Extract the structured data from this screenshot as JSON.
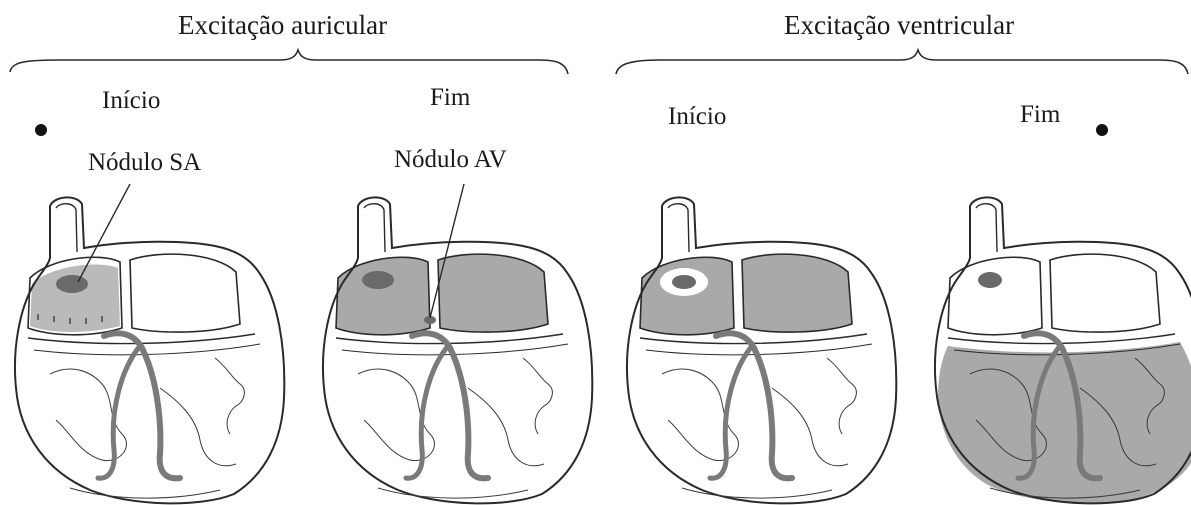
{
  "groups": [
    {
      "title": "Excitação auricular"
    },
    {
      "title": "Excitação ventricular"
    }
  ],
  "panels": [
    {
      "stage": "Início",
      "callout": "Nódulo SA"
    },
    {
      "stage": "Fim",
      "callout": "Nódulo AV"
    },
    {
      "stage": "Início"
    },
    {
      "stage": "Fim"
    }
  ],
  "colors": {
    "ink": "#2a2a2a",
    "excited_tissue": "#a9a9a9",
    "node": "#6a6a6a",
    "conduction": "#7a7a7a"
  }
}
